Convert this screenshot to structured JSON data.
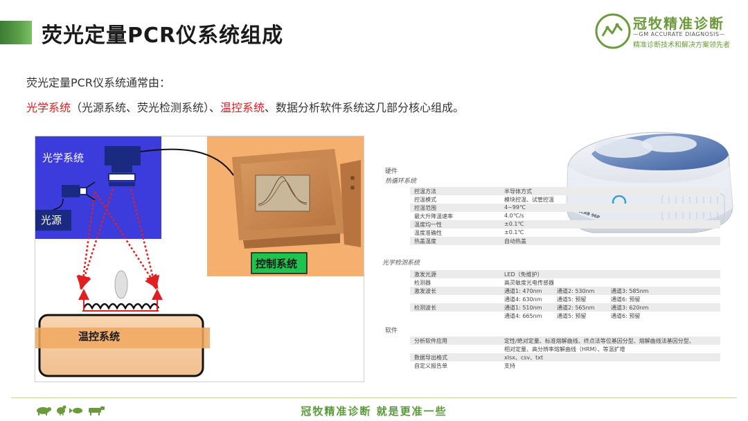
{
  "header": {
    "title": "荧光定量PCR仪系统组成",
    "logo": {
      "name": "冠牧精准诊断",
      "english": "GM ACCURATE DIAGNOSIS",
      "slogan": "精准诊断技术和解决方案领先者"
    }
  },
  "intro": {
    "line1": "荧光定量PCR仪系统通常由：",
    "optical": "光学系统",
    "paren": "（光源系统、荧光检测系统）、",
    "temp": "温控系统",
    "rest": "、数据分析软件系统这几部分核心组成。"
  },
  "diagram": {
    "optical_label": "光学系统",
    "light_source_label": "光源",
    "control_label": "控制系统",
    "temp_label": "温控系统"
  },
  "spec": {
    "hardware": "硬件",
    "thermal": "热循环系统",
    "thermal_rows": [
      [
        "控温方法",
        "半导体方式"
      ],
      [
        "控温模式",
        "模块控温、试管控温"
      ],
      [
        "控温范围",
        "4~99℃"
      ],
      [
        "最大升降温速率",
        "4.0℃/s"
      ],
      [
        "温度均一性",
        "±0.1℃"
      ],
      [
        "温度准确性",
        "±0.1℃"
      ],
      [
        "热盖温度",
        "自动热盖"
      ]
    ],
    "optical": "光学检测系统",
    "optical_rows": [
      [
        "激发光源",
        "LED（免维护）",
        "",
        ""
      ],
      [
        "检测器",
        "高灵敏度光电传感器",
        "",
        ""
      ],
      [
        "激发波长",
        "通道1: 470nm",
        "通道2: 530nm",
        "通道3: 585nm"
      ],
      [
        "",
        "通道4: 630nm",
        "通道5: 预留",
        "通道6: 预留"
      ],
      [
        "检测波长",
        "通道1: 510nm",
        "通道2: 565nm",
        "通道3: 620nm"
      ],
      [
        "",
        "通道4: 665nm",
        "通道5: 预留",
        "通道6: 预留"
      ]
    ],
    "software": "软件",
    "software_rows": [
      [
        "分析软件应用",
        "定性/绝对定量、标准熔解曲线、终点法等位基因分型、熔解曲线法基因分型、"
      ],
      [
        "",
        "相对定量、高分辨率熔解曲线（HRM）、等温扩增"
      ],
      [
        "数据导出格式",
        "xlsx、csv、txt"
      ],
      [
        "自定义报告单",
        "支持"
      ]
    ]
  },
  "device": {
    "brand": "BLAB 96P"
  },
  "footer": {
    "text": "冠牧精准诊断 就是更准一些"
  },
  "colors": {
    "brand_green": "#5aa04a",
    "accent_red": "#e02020",
    "orange_panel": "#f5b070",
    "blue_panel": "#3333dd"
  }
}
